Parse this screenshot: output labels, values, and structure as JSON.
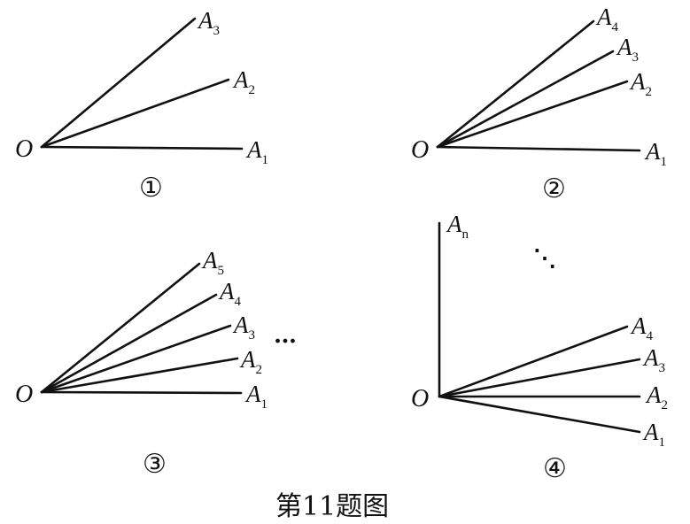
{
  "caption": "第11题图",
  "panels": [
    {
      "number": "①",
      "origin": "O",
      "rays": [
        {
          "letter": "A",
          "index": "1"
        },
        {
          "letter": "A",
          "index": "2"
        },
        {
          "letter": "A",
          "index": "3"
        }
      ]
    },
    {
      "number": "②",
      "origin": "O",
      "rays": [
        {
          "letter": "A",
          "index": "1"
        },
        {
          "letter": "A",
          "index": "2"
        },
        {
          "letter": "A",
          "index": "3"
        },
        {
          "letter": "A",
          "index": "4"
        }
      ]
    },
    {
      "number": "③",
      "origin": "O",
      "continuation": "…",
      "rays": [
        {
          "letter": "A",
          "index": "1"
        },
        {
          "letter": "A",
          "index": "2"
        },
        {
          "letter": "A",
          "index": "3"
        },
        {
          "letter": "A",
          "index": "4"
        },
        {
          "letter": "A",
          "index": "5"
        }
      ]
    },
    {
      "number": "④",
      "origin": "O",
      "continuation": "⋱",
      "rays": [
        {
          "letter": "A",
          "index": "1"
        },
        {
          "letter": "A",
          "index": "2"
        },
        {
          "letter": "A",
          "index": "3"
        },
        {
          "letter": "A",
          "index": "4"
        },
        {
          "letter": "A",
          "index": "n"
        }
      ]
    }
  ]
}
